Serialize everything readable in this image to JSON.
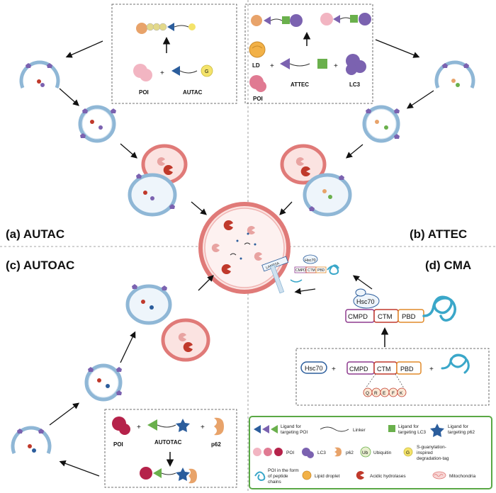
{
  "quadrants": {
    "a": "(a) AUTAC",
    "b": "(b) ATTEC",
    "c": "(c) AUTOAC",
    "d": "(d) CMA"
  },
  "autac_box": {
    "poi": "POI",
    "plus": "+",
    "autac": "AUTAC",
    "g": "G"
  },
  "attec_box": {
    "ld": "LD",
    "poi": "POI",
    "plus1": "+",
    "attec": "ATTEC",
    "plus2": "+",
    "lc3": "LC3"
  },
  "autotac_box": {
    "poi": "POI",
    "plus1": "+",
    "autotac": "AUTOTAC",
    "plus2": "+",
    "p62": "p62"
  },
  "cma_box": {
    "hsc70": "Hsc70",
    "plus1": "+",
    "cmpd": "CMPD",
    "ctm": "CTM",
    "pbd": "PBD",
    "plus2": "+",
    "letters": [
      "Q",
      "R",
      "E",
      "F",
      "K"
    ]
  },
  "cma_chain": {
    "hsc70": "Hsc70",
    "cmpd": "CMPD",
    "ctm": "CTM",
    "pbd": "PBD"
  },
  "cma_small": {
    "hsc70": "Hsc70",
    "cmpd": "CMPD",
    "ctm": "CTM",
    "pbd": "PBD",
    "lamp": "LAMP2A"
  },
  "legend": {
    "ligand_poi": "Ligand for targeting POI",
    "linker": "Linker",
    "ligand_lc3": "Ligand for targeting LC3",
    "ligand_p62": "Ligand for targeting p62",
    "poi": "POI",
    "lc3": "LC3",
    "p62": "p62",
    "ub": "Ub",
    "ubiquitin": "Ubiquitin",
    "g": "G",
    "sguan": "S-guanylation-inspired degradation-tag",
    "peptide": "POI in the form of peptide chains",
    "lipid": "Lipid droplet",
    "acidic": "Acidic hydrolases",
    "mito": "Mitochondria"
  },
  "colors": {
    "lysosome": "#e07a78",
    "lysosome_fill": "#fbe3e1",
    "autophagosome": "#8fb7d6",
    "legend_border": "#5aa845",
    "cmpd": "#8e3a8e",
    "ctm": "#c0392b",
    "pbd": "#e08a2a",
    "hsc70": "#2b5d9c",
    "peptide": "#3aa7c9"
  }
}
